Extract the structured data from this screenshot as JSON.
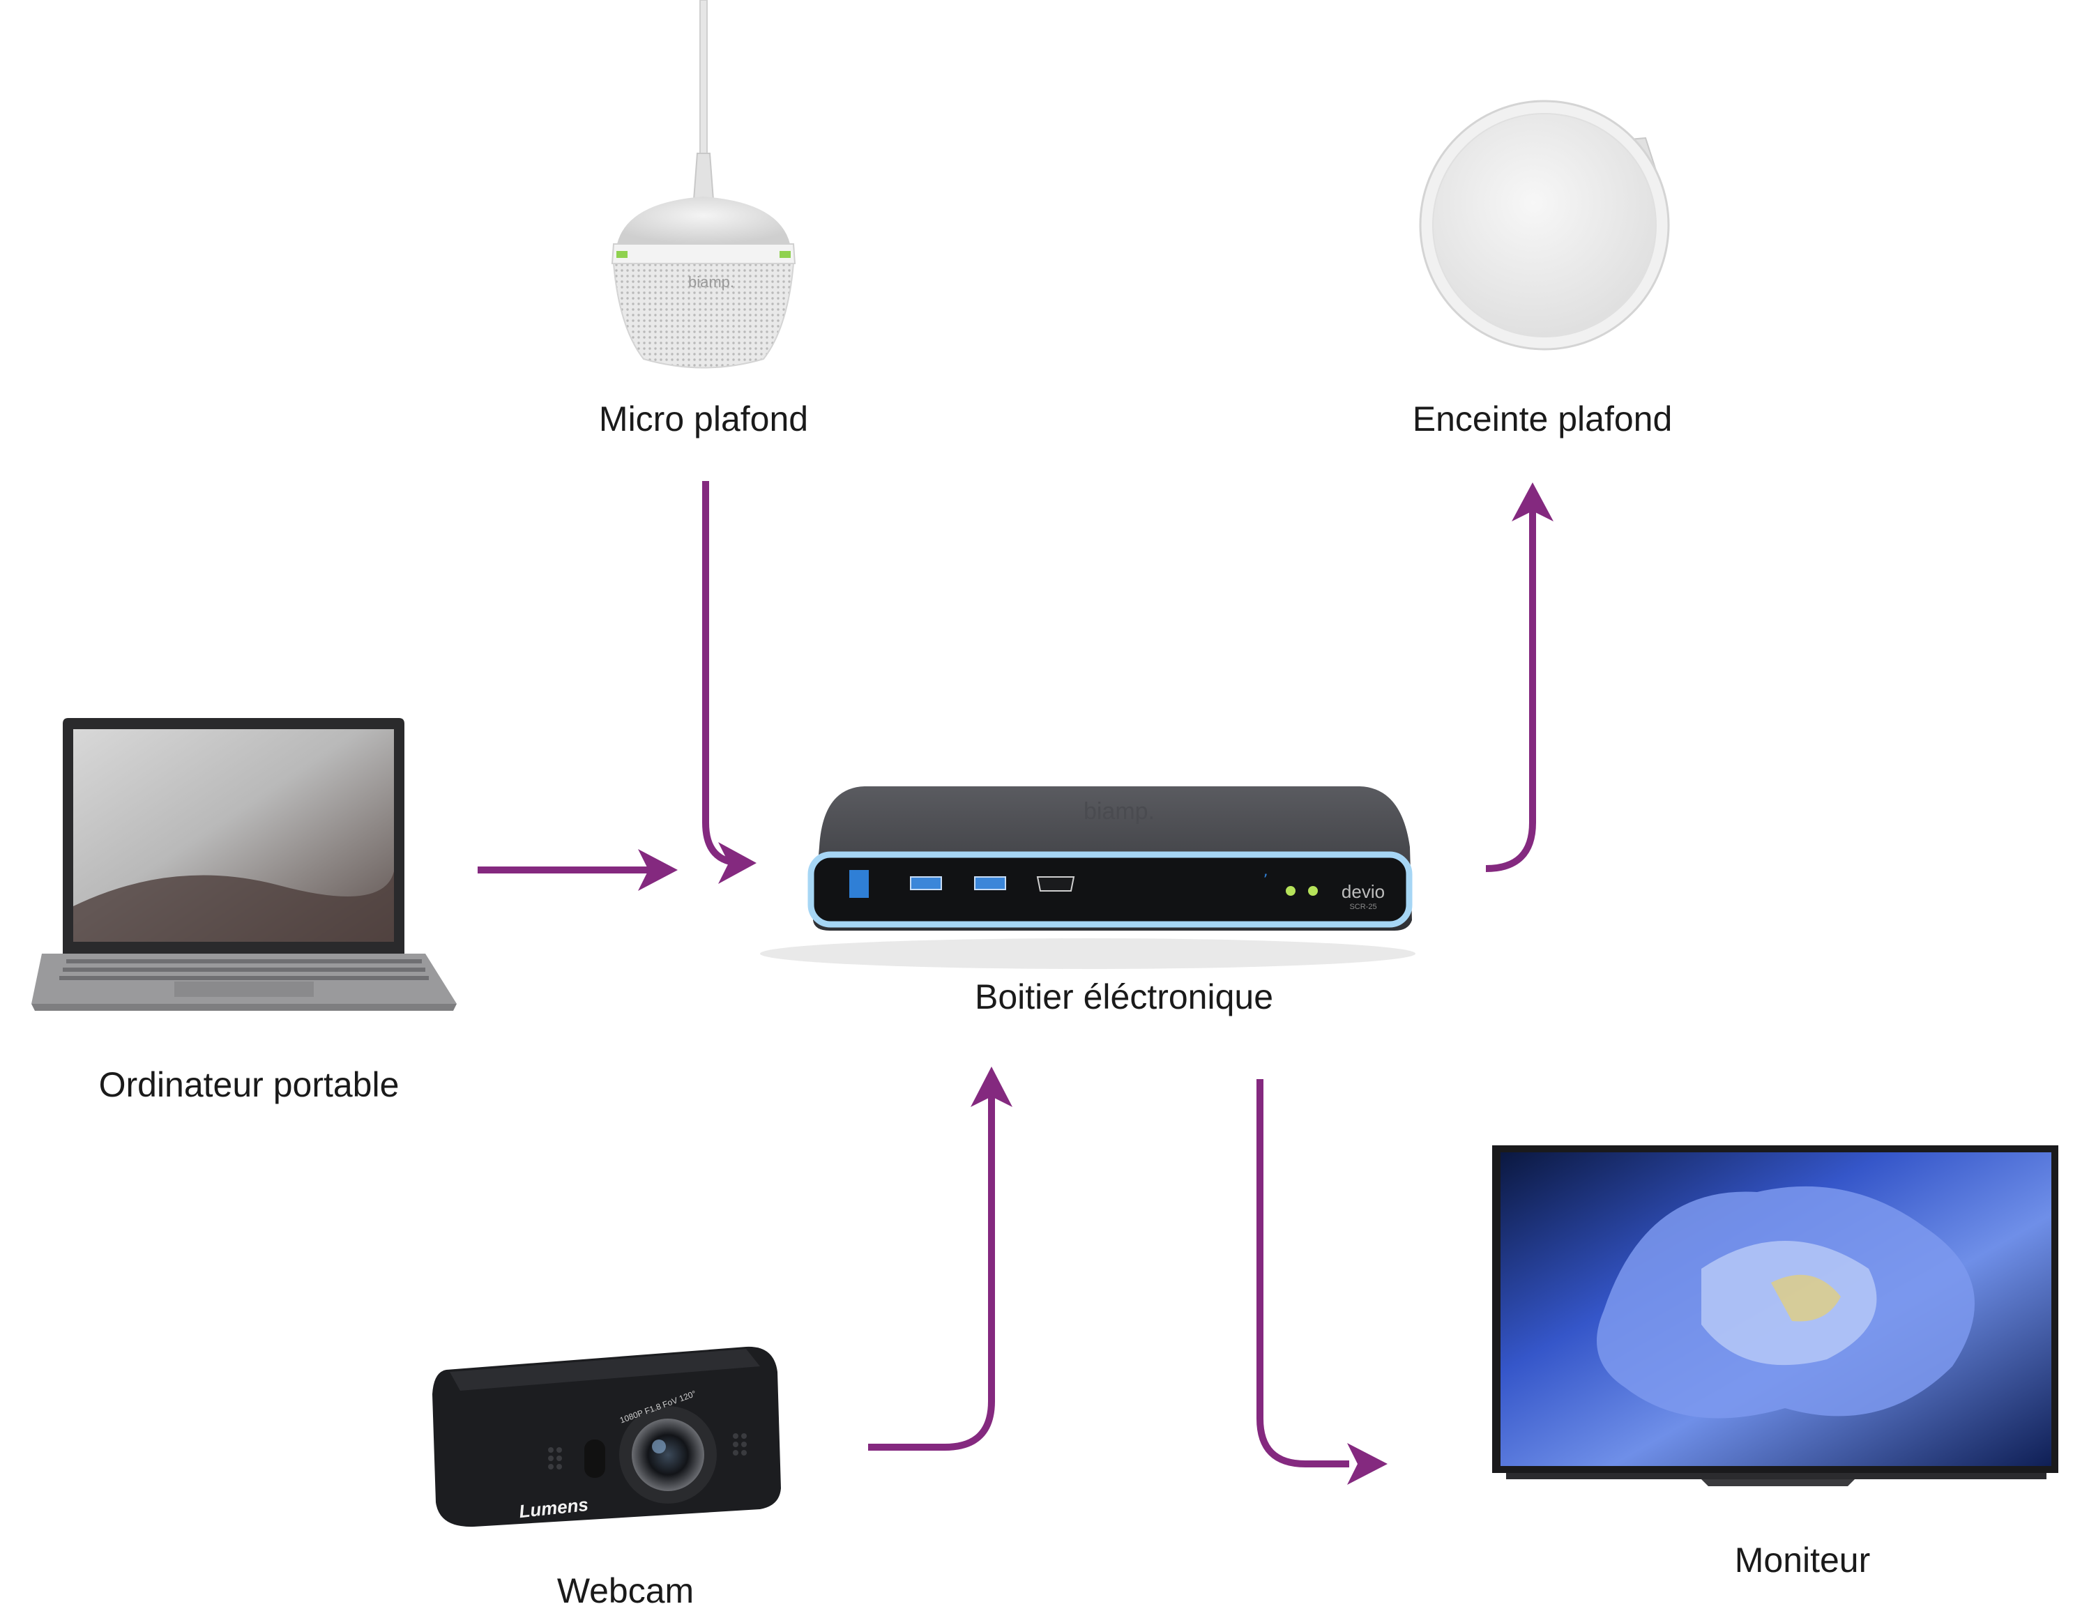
{
  "colors": {
    "arrow": "#84297f",
    "hub_body": "#3a3b3f",
    "hub_accent": "#9fd1f2",
    "led": "#b6e35a",
    "usb_blue": "#2f7fd6"
  },
  "devices": {
    "microphone": {
      "label": "Micro plafond",
      "icon": "ceiling-microphone",
      "brand": "biamp."
    },
    "speaker": {
      "label": "Enceinte plafond",
      "icon": "ceiling-speaker"
    },
    "hub": {
      "label": "Boitier éléctronique",
      "icon": "electronic-hub",
      "brand": "biamp.",
      "model": "devio",
      "model_code": "SCR-25"
    },
    "laptop": {
      "label": "Ordinateur portable",
      "icon": "laptop"
    },
    "webcam": {
      "label": "Webcam",
      "icon": "webcam",
      "brand": "Lumens",
      "spec": "1080P F1.8 FoV 120°"
    },
    "monitor": {
      "label": "Moniteur",
      "icon": "monitor-tv"
    }
  },
  "connections": [
    {
      "from": "microphone",
      "to": "hub"
    },
    {
      "from": "laptop",
      "to": "hub"
    },
    {
      "from": "webcam",
      "to": "hub"
    },
    {
      "from": "hub",
      "to": "speaker"
    },
    {
      "from": "hub",
      "to": "monitor"
    }
  ]
}
